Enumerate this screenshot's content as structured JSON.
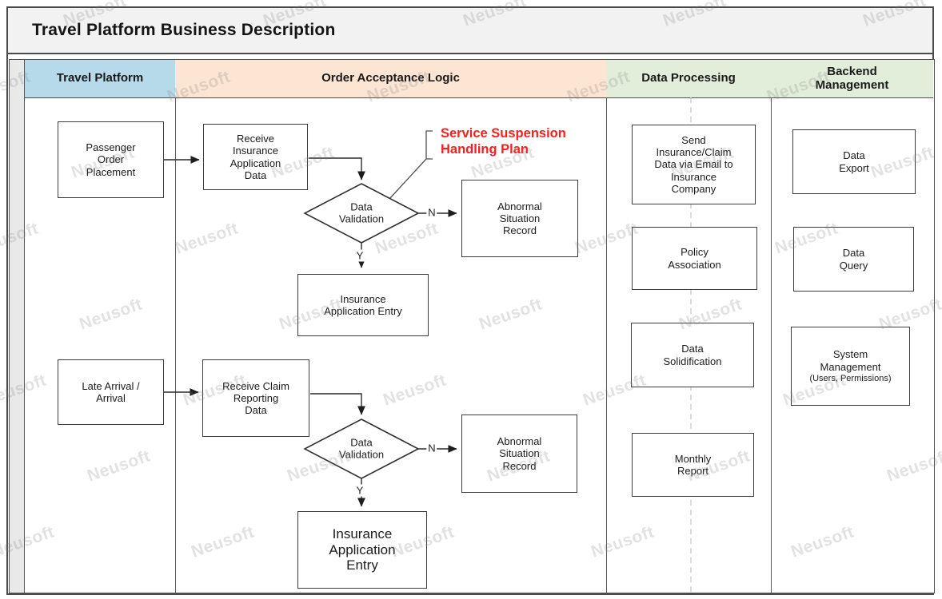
{
  "title": "Travel Platform Business Description",
  "watermark": {
    "text": "Neusoft"
  },
  "lanes": [
    {
      "label": "Travel Platform",
      "color": "#b6dae9"
    },
    {
      "label": "Order Acceptance Logic",
      "color": "#fce5d3"
    },
    {
      "label": "Data Processing",
      "color": "#e3eeda"
    },
    {
      "label": "Backend\nManagement",
      "color": "#e3eeda"
    }
  ],
  "nodes": {
    "passenger_order": "Passenger\nOrder\nPlacement",
    "receive_insurance": "Receive\nInsurance\nApplication\nData",
    "abnormal_1": "Abnormal\nSituation\nRecord",
    "entry_1": "Insurance\nApplication Entry",
    "late_arrival": "Late Arrival /\nArrival",
    "receive_claim": "Receive Claim\nReporting\nData",
    "abnormal_2": "Abnormal\nSituation\nRecord",
    "entry_2": "Insurance\nApplication\nEntry",
    "send_email": "Send\nInsurance/Claim\nData via Email to\nInsurance\nCompany",
    "policy_association": "Policy\nAssociation",
    "data_solidification": "Data\nSolidification",
    "monthly_report": "Monthly\nReport",
    "data_export": "Data\nExport",
    "data_query": "Data\nQuery",
    "system_management": "System\nManagement",
    "system_management_sub": "(Users, Permissions)"
  },
  "decisions": {
    "d1": "Data\nValidation",
    "d2": "Data\nValidation"
  },
  "edge_labels": {
    "n1": "N",
    "y1": "Y",
    "n2": "N",
    "y2": "Y"
  },
  "annotation": {
    "text": "Service Suspension\nHandling Plan",
    "color": "#fa1e1e"
  }
}
